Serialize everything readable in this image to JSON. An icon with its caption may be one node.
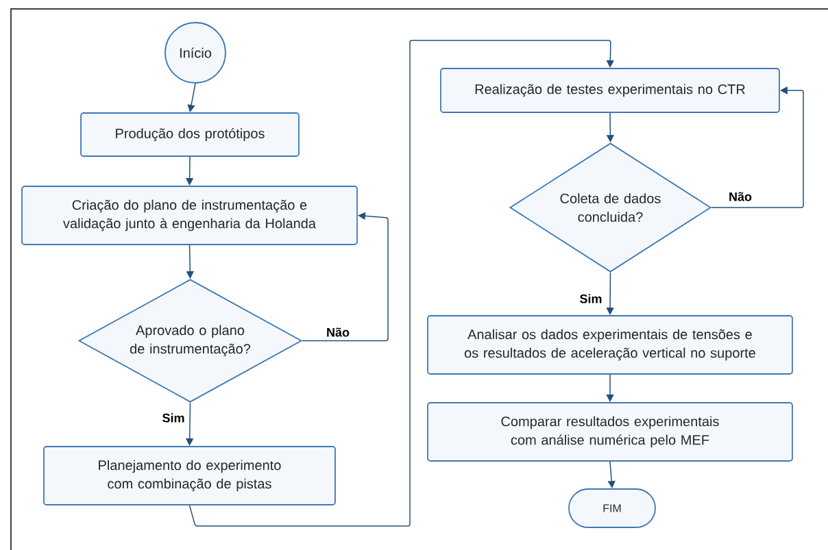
{
  "diagram": {
    "nodes": [
      {
        "text": [
          "Início"
        ]
      },
      {
        "text": [
          "Produção dos protótipos"
        ]
      },
      {
        "text": [
          "Criação do plano de instrumentação e validação junto à engenharia da Holanda"
        ]
      },
      {
        "text": [
          "Aprovado o plano de instrumentação?"
        ]
      },
      {
        "text": [
          "Planejamento do experimento com combinação de pistas"
        ]
      },
      {
        "text": [
          "Realização de testes experimentais no CTR"
        ]
      },
      {
        "text": [
          "Coleta de dados concluida?"
        ]
      },
      {
        "text": [
          "Analisar os dados experimentais de tensões e os resultados de aceleração vertical no suporte"
        ]
      },
      {
        "text": [
          "Comparar resultados experimentais com análise numérica pelo MEF"
        ]
      },
      {
        "text": [
          "FIM"
        ]
      }
    ],
    "edges": [
      {
        "from": 0,
        "to": 1,
        "arrow": "to"
      },
      {
        "from": 1,
        "to": 2,
        "arrow": "to"
      },
      {
        "from": 2,
        "to": 3,
        "arrow": "to"
      },
      {
        "from": 3,
        "to": 2,
        "arrow": "to",
        "label": "Não"
      },
      {
        "from": 3,
        "to": 4,
        "arrow": "to",
        "label": "Sim"
      },
      {
        "from": 4,
        "to": 5,
        "arrow": "to"
      },
      {
        "from": 5,
        "to": 6,
        "arrow": "to"
      },
      {
        "from": 6,
        "to": 5,
        "arrow": "to",
        "label": "Não"
      },
      {
        "from": 6,
        "to": 7,
        "arrow": "to",
        "label": "Sim"
      },
      {
        "from": 7,
        "to": 8,
        "arrow": "to"
      },
      {
        "from": 8,
        "to": 9,
        "arrow": "to"
      }
    ]
  }
}
